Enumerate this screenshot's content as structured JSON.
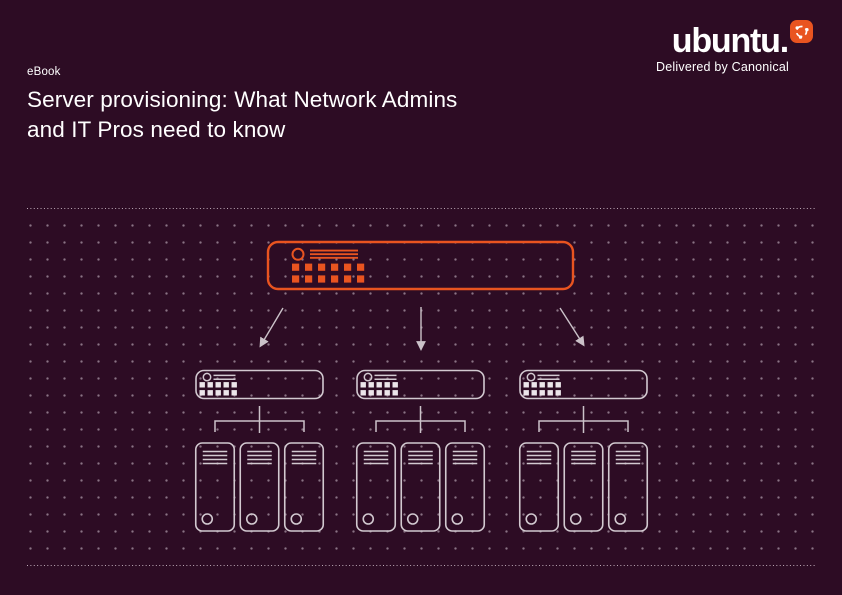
{
  "header": {
    "kicker": "eBook",
    "title_line1": "Server provisioning: What Network Admins",
    "title_line2": "and IT Pros need to know"
  },
  "brand": {
    "wordmark": "ubuntu.",
    "tagline": "Delivered by Canonical"
  },
  "colors": {
    "background": "#2d0c24",
    "accent_orange": "#e95420",
    "light_outline": "#d2c9d0",
    "arrow": "#cbc2c9",
    "grid_dots": "#b59fac",
    "text": "#ffffff"
  },
  "diagram": {
    "description": "One orange provisioning server fanning out to three rack nodes, each connected to three tower servers",
    "main_server_count": 1,
    "rack_node_count": 3,
    "towers_per_rack": 3
  }
}
